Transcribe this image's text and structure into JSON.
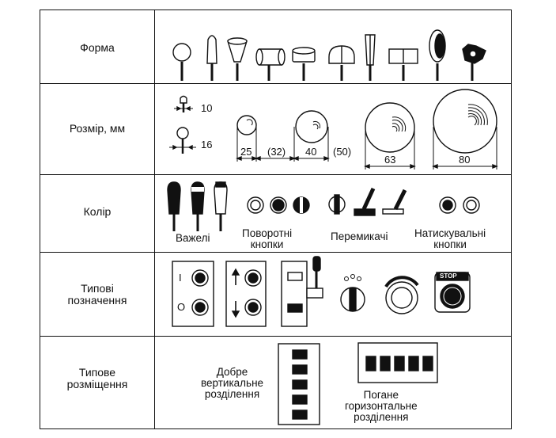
{
  "rows": {
    "shape": {
      "label": "Форма"
    },
    "size": {
      "label": "Розмір, мм",
      "dims": [
        "10",
        "16",
        "25",
        "(32)",
        "40",
        "(50)",
        "63",
        "80"
      ]
    },
    "color": {
      "label": "Колір",
      "captions": {
        "levers": "Важелі",
        "rotary": [
          "Поворотні",
          "кнопки"
        ],
        "switches": "Перемикачі",
        "push": [
          "Натискувальні",
          "кнопки"
        ]
      }
    },
    "designation": {
      "label": [
        "Типові",
        "позначення"
      ],
      "switch_marks": [
        "I",
        "O"
      ],
      "stop_label": "STOP"
    },
    "placement": {
      "label": [
        "Типове",
        "розміщення"
      ],
      "good": [
        "Добре",
        "вертикальне",
        "розділення"
      ],
      "bad": [
        "Погане",
        "горизонтальне",
        "розділення"
      ]
    }
  }
}
